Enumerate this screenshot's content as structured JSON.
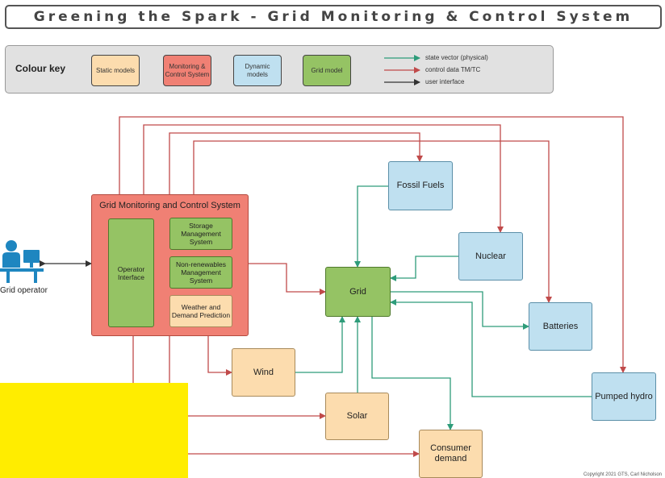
{
  "title": "Greening the Spark - Grid Monitoring & Control System",
  "key": {
    "label": "Colour key",
    "boxes": {
      "static": "Static models",
      "monitoring": "Monitoring & Control System",
      "dynamic": "Dynamic models",
      "grid_model": "Grid model"
    },
    "lines": {
      "state": "state vector (physical)",
      "control": "control data TM/TC",
      "ui": "user interface"
    }
  },
  "gmcs": {
    "title": "Grid Monitoring and Control System",
    "operator_interface": "Operator Interface",
    "storage": "Storage Management System",
    "nonrenew": "Non-renewables Management System",
    "weather": "Weather and Demand Prediction"
  },
  "nodes": {
    "fossil": "Fossil Fuels",
    "nuclear": "Nuclear",
    "grid": "Grid",
    "batteries": "Batteries",
    "pumped": "Pumped hydro",
    "wind": "Wind",
    "solar": "Solar",
    "consumer": "Consumer demand"
  },
  "operator": {
    "label": "Grid operator"
  },
  "copyright": "Copyright 2021 GTS, Carl Nicholson",
  "colors": {
    "green_arrow": "#2e9c7a",
    "red_arrow": "#c04a4a",
    "black_arrow": "#333333",
    "static": "#fcdcae",
    "monitoring": "#f08074",
    "dynamic": "#bfe0f0",
    "grid_model": "#95c364",
    "highlight": "#ffed00",
    "operator_icon": "#1e86c0"
  }
}
